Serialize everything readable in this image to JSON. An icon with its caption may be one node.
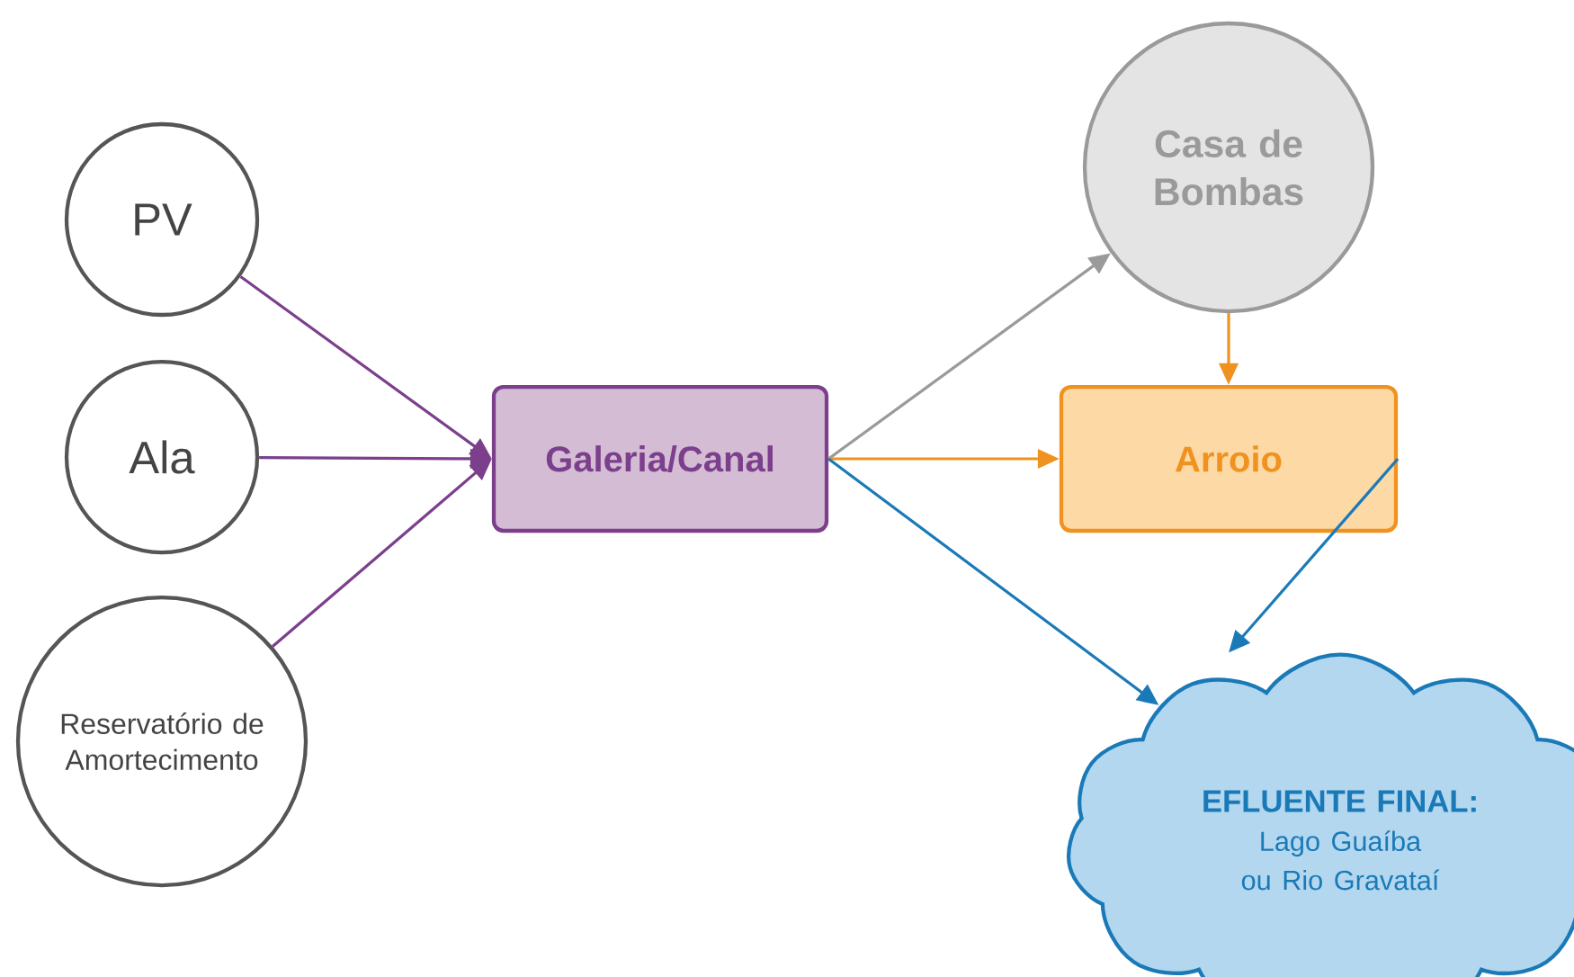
{
  "diagram": {
    "nodes": [
      {
        "text": [
          "PV"
        ]
      },
      {
        "text": [
          "Ala"
        ]
      },
      {
        "text": [
          "Reservatório de Amortecimento"
        ]
      },
      {
        "text": [
          "Galeria/Canal"
        ]
      },
      {
        "text": [
          "Casa de Bombas"
        ]
      },
      {
        "text": [
          "Arroio"
        ]
      },
      {
        "text": [
          "EFLUENTE FINAL:",
          "Lago Guaíba ou Rio Gravataí"
        ]
      }
    ],
    "edges": [
      {
        "from": 0,
        "to": 3,
        "arrow": "to"
      },
      {
        "from": 1,
        "to": 3,
        "arrow": "to"
      },
      {
        "from": 2,
        "to": 3,
        "arrow": "to"
      },
      {
        "from": 3,
        "to": 4,
        "arrow": "to",
        "color": "#9a9a9a"
      },
      {
        "from": 3,
        "to": 5,
        "arrow": "to",
        "color": "#f0921f"
      },
      {
        "from": 4,
        "to": 5,
        "arrow": "to",
        "color": "#f0921f"
      },
      {
        "from": 3,
        "to": 6,
        "arrow": "to",
        "color": "#1a7ab8"
      },
      {
        "from": 5,
        "to": 6,
        "arrow": "to",
        "color": "#1a7ab8"
      }
    ]
  }
}
